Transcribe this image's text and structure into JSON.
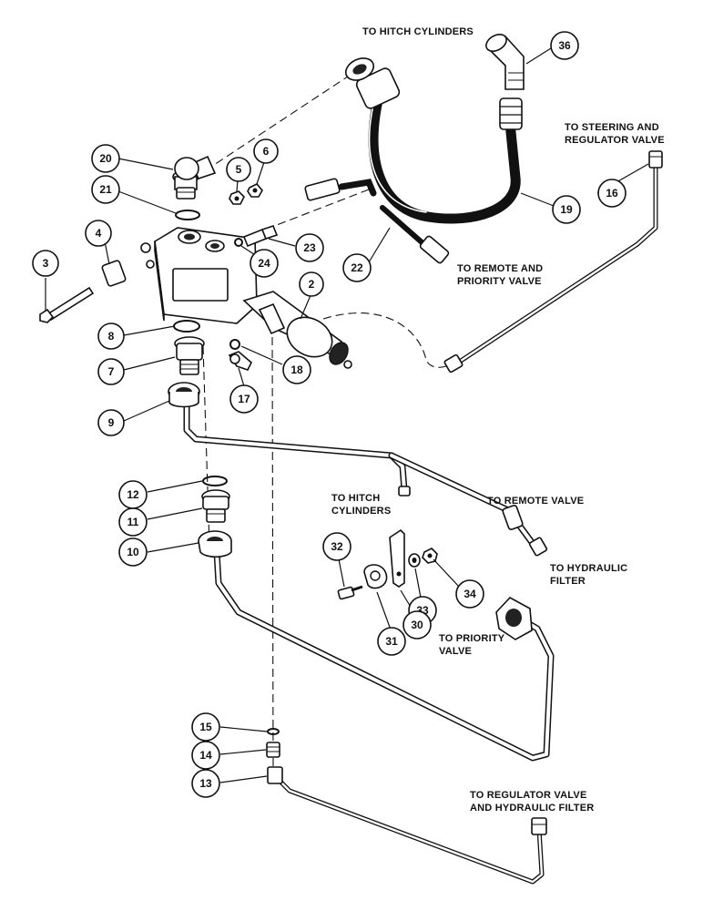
{
  "labels": {
    "to_hitch_cylinders_top": "TO HITCH CYLINDERS",
    "to_steering_line1": "TO STEERING AND",
    "to_steering_line2": "REGULATOR VALVE",
    "to_remote_priority_line1": "TO REMOTE AND",
    "to_remote_priority_line2": "PRIORITY VALVE",
    "to_hitch_cylinders_mid_line1": "TO HITCH",
    "to_hitch_cylinders_mid_line2": "CYLINDERS",
    "to_remote_valve": "TO REMOTE VALVE",
    "to_hydraulic_filter_line1": "TO HYDRAULIC",
    "to_hydraulic_filter_line2": "FILTER",
    "to_priority_valve_line1": "TO PRIORITY",
    "to_priority_valve_line2": "VALVE",
    "to_regulator_filter_line1": "TO REGULATOR VALVE",
    "to_regulator_filter_line2": "AND HYDRAULIC FILTER"
  },
  "callouts": [
    {
      "id": "c36",
      "num": "36"
    },
    {
      "id": "c20",
      "num": "20"
    },
    {
      "id": "c6",
      "num": "6"
    },
    {
      "id": "c5",
      "num": "5"
    },
    {
      "id": "c21",
      "num": "21"
    },
    {
      "id": "c16",
      "num": "16"
    },
    {
      "id": "c19",
      "num": "19"
    },
    {
      "id": "c4",
      "num": "4"
    },
    {
      "id": "c23",
      "num": "23"
    },
    {
      "id": "c24",
      "num": "24"
    },
    {
      "id": "c22",
      "num": "22"
    },
    {
      "id": "c3",
      "num": "3"
    },
    {
      "id": "c2",
      "num": "2"
    },
    {
      "id": "c8",
      "num": "8"
    },
    {
      "id": "c7",
      "num": "7"
    },
    {
      "id": "c18",
      "num": "18"
    },
    {
      "id": "c17",
      "num": "17"
    },
    {
      "id": "c9",
      "num": "9"
    },
    {
      "id": "c12",
      "num": "12"
    },
    {
      "id": "c11",
      "num": "11"
    },
    {
      "id": "c10",
      "num": "10"
    },
    {
      "id": "c32",
      "num": "32"
    },
    {
      "id": "c34",
      "num": "34"
    },
    {
      "id": "c33",
      "num": "33"
    },
    {
      "id": "c30",
      "num": "30"
    },
    {
      "id": "c31",
      "num": "31"
    },
    {
      "id": "c15",
      "num": "15"
    },
    {
      "id": "c14",
      "num": "14"
    },
    {
      "id": "c13",
      "num": "13"
    }
  ]
}
